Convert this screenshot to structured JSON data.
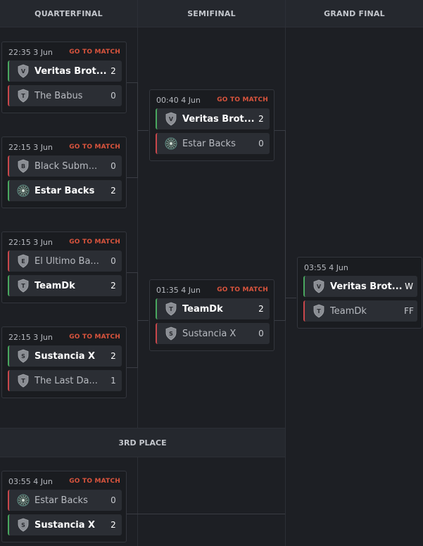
{
  "columns": {
    "quarterfinal": "QUARTERFINAL",
    "semifinal": "SEMIFINAL",
    "grand_final": "GRAND FINAL",
    "third_place": "3RD PLACE"
  },
  "goto_label": "GO TO MATCH",
  "matches": {
    "qf1": {
      "time": "22:35  3 Jun",
      "teams": [
        {
          "name": "Veritas Brot...",
          "score": "2",
          "icon": "shield-v-icon",
          "letter": "V"
        },
        {
          "name": "The Babus",
          "score": "0",
          "icon": "shield-t-icon",
          "letter": "T"
        }
      ]
    },
    "qf2": {
      "time": "22:15  3 Jun",
      "teams": [
        {
          "name": "Black Subm...",
          "score": "0",
          "icon": "shield-b-icon",
          "letter": "B"
        },
        {
          "name": "Estar Backs",
          "score": "2",
          "icon": "estar-logo-icon",
          "letter": ""
        }
      ]
    },
    "qf3": {
      "time": "22:15  3 Jun",
      "teams": [
        {
          "name": "El Ultimo Ba...",
          "score": "0",
          "icon": "shield-e-icon",
          "letter": "E"
        },
        {
          "name": "TeamDk",
          "score": "2",
          "icon": "shield-t-icon",
          "letter": "T"
        }
      ]
    },
    "qf4": {
      "time": "22:15  3 Jun",
      "teams": [
        {
          "name": "Sustancia X",
          "score": "2",
          "icon": "shield-s-icon",
          "letter": "S"
        },
        {
          "name": "The Last Da...",
          "score": "1",
          "icon": "shield-t-icon",
          "letter": "T"
        }
      ]
    },
    "sf1": {
      "time": "00:40  4 Jun",
      "teams": [
        {
          "name": "Veritas Brot...",
          "score": "2",
          "icon": "shield-v-icon",
          "letter": "V"
        },
        {
          "name": "Estar Backs",
          "score": "0",
          "icon": "estar-logo-icon",
          "letter": ""
        }
      ]
    },
    "sf2": {
      "time": "01:35  4 Jun",
      "teams": [
        {
          "name": "TeamDk",
          "score": "2",
          "icon": "shield-t-icon",
          "letter": "T"
        },
        {
          "name": "Sustancia X",
          "score": "0",
          "icon": "shield-s-icon",
          "letter": "S"
        }
      ]
    },
    "gf": {
      "time": "03:55  4 Jun",
      "teams": [
        {
          "name": "Veritas Brot...",
          "score": "W",
          "icon": "shield-v-icon",
          "letter": "V"
        },
        {
          "name": "TeamDk",
          "score": "FF",
          "icon": "shield-t-icon",
          "letter": "T"
        }
      ]
    },
    "third": {
      "time": "03:55  4 Jun",
      "teams": [
        {
          "name": "Estar Backs",
          "score": "0",
          "icon": "estar-logo-icon",
          "letter": ""
        },
        {
          "name": "Sustancia X",
          "score": "2",
          "icon": "shield-s-icon",
          "letter": "S"
        }
      ]
    }
  }
}
